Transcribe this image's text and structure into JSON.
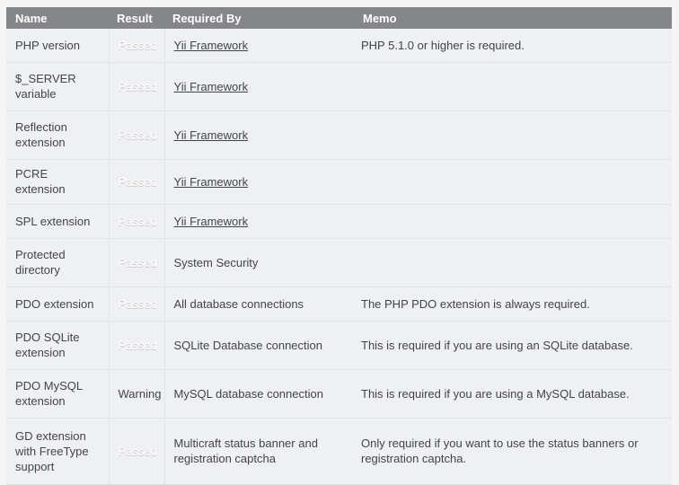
{
  "table": {
    "columns": [
      "Name",
      "Result",
      "Required By",
      "Memo"
    ],
    "colors": {
      "header_bg": "#85868a",
      "header_text": "#ffffff",
      "row_bg": "#eff0f3",
      "row_border": "#e2e3e7",
      "passed_bg": "#57bf5e",
      "passed_text": "#ffffff",
      "warning_bg": "#ffffcc",
      "warning_text": "#42444a",
      "body_text": "#42444a",
      "page_bg": "#f5f5f5"
    },
    "rows": [
      {
        "name": "PHP version",
        "result": "Passed",
        "result_state": "passed",
        "required_by": "Yii Framework",
        "required_by_is_link": true,
        "memo": "PHP 5.1.0 or higher is required.",
        "height_class": "r-h36"
      },
      {
        "name": "$_SERVER variable",
        "result": "Passed",
        "result_state": "passed",
        "required_by": "Yii Framework",
        "required_by_is_link": true,
        "memo": "",
        "height_class": "r-h36d"
      },
      {
        "name": "Reflection extension",
        "result": "Passed",
        "result_state": "passed",
        "required_by": "Yii Framework",
        "required_by_is_link": true,
        "memo": "",
        "height_class": "r-h36d"
      },
      {
        "name": "PCRE extension",
        "result": "Passed",
        "result_state": "passed",
        "required_by": "Yii Framework",
        "required_by_is_link": true,
        "memo": "",
        "height_class": "r-h36"
      },
      {
        "name": "SPL extension",
        "result": "Passed",
        "result_state": "passed",
        "required_by": "Yii Framework",
        "required_by_is_link": true,
        "memo": "",
        "height_class": "r-h36"
      },
      {
        "name": "Protected directory",
        "result": "Passed",
        "result_state": "passed",
        "required_by": "System Security",
        "required_by_is_link": false,
        "memo": "",
        "height_class": "r-h36d"
      },
      {
        "name": "PDO extension",
        "result": "Passed",
        "result_state": "passed",
        "required_by": "All database connections",
        "required_by_is_link": false,
        "memo": "The PHP PDO extension is always required.",
        "height_class": "r-h36"
      },
      {
        "name": "PDO SQLite extension",
        "result": "Passed",
        "result_state": "passed",
        "required_by": "SQLite Database connection",
        "required_by_is_link": false,
        "memo": "This is required if you are using an SQLite database.",
        "height_class": "r-h36d"
      },
      {
        "name": "PDO MySQL extension",
        "result": "Warning",
        "result_state": "warning",
        "required_by": "MySQL database connection",
        "required_by_is_link": false,
        "memo": "This is required if you are using a MySQL database.",
        "height_class": "r-h36d"
      },
      {
        "name": "GD extension with FreeType support",
        "result": "Passed",
        "result_state": "passed",
        "required_by": "Multicraft status banner and registration captcha",
        "required_by_is_link": false,
        "memo": "Only required if you want to use the status banners or registration captcha.",
        "height_class": "r-h-tall"
      }
    ]
  }
}
